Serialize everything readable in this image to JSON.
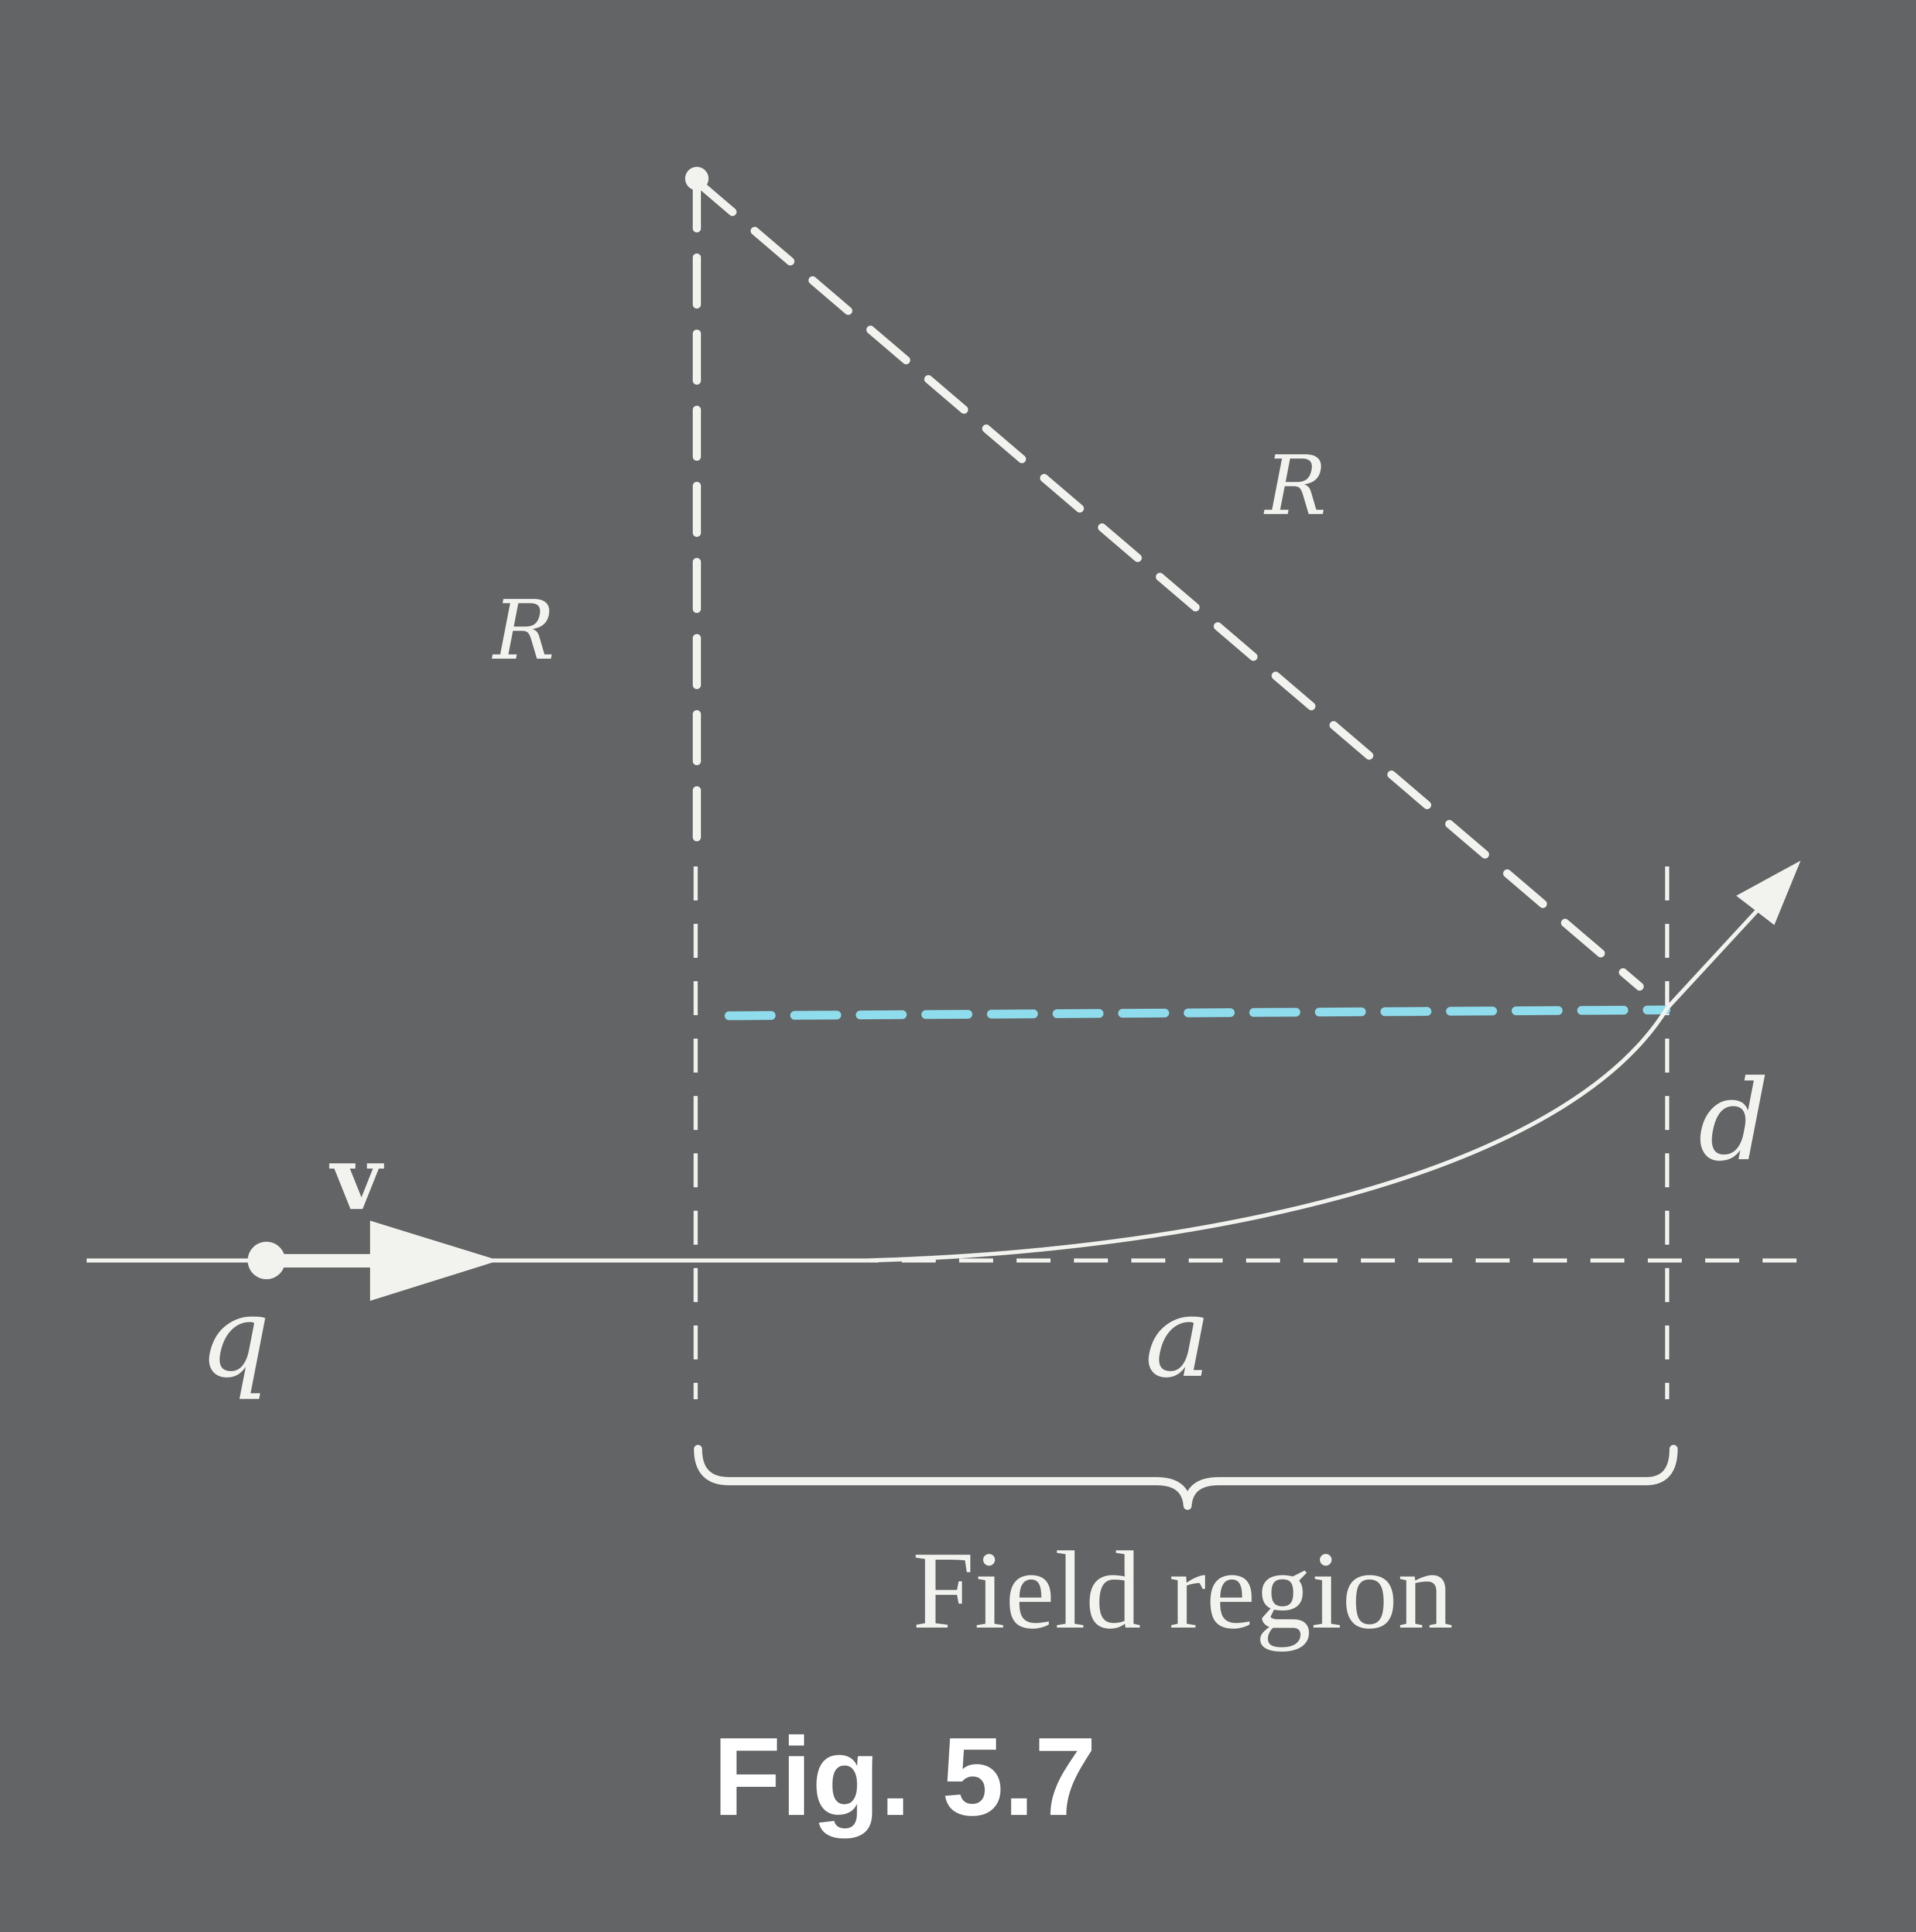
{
  "labels": {
    "R_vertical": "R",
    "R_diagonal": "R",
    "d": "d",
    "v": "v",
    "q": "q",
    "a": "a",
    "field_region": "Field region"
  },
  "caption": "Fig. 5.7",
  "colors": {
    "background": "#636466",
    "line": "#f2f2ee",
    "highlight": "#8fdcec"
  }
}
